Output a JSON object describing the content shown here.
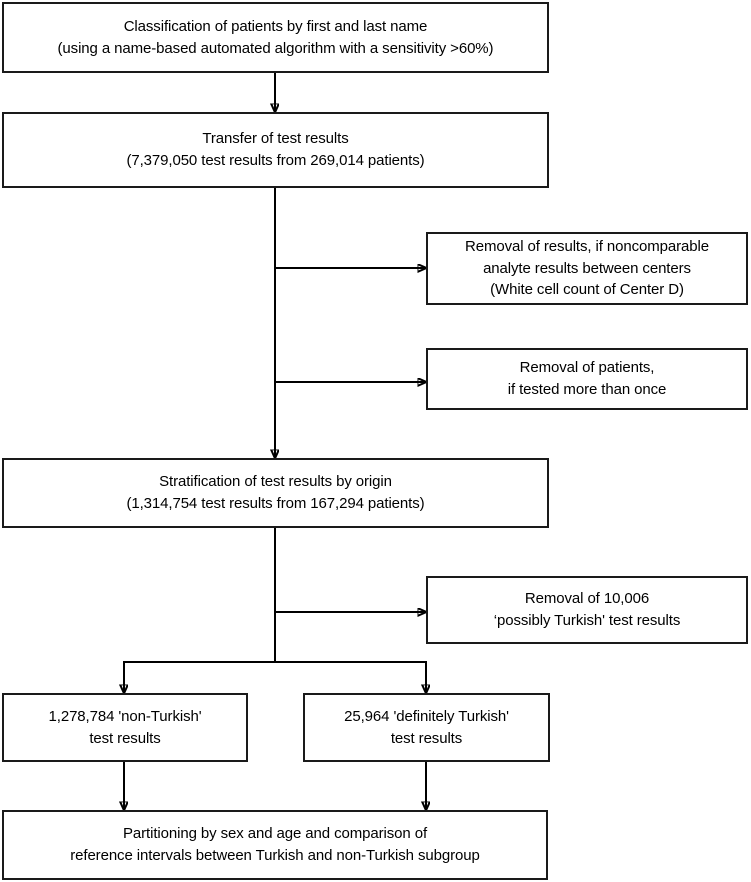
{
  "diagram": {
    "title": "Patient and test result selection flowchart",
    "line_color": "#000000",
    "box_border_color": "#1a1a1a",
    "background_color": "#ffffff",
    "nodes": [
      {
        "id": "classification",
        "text": "Classification of patients by first and last name\n(using a name-based automated algorithm with a sensitivity >60%)"
      },
      {
        "id": "transfer",
        "text": "Transfer of test results\n(7,379,050 test results from 269,014 patients)"
      },
      {
        "id": "removal-noncomparable",
        "text": "Removal of results, if noncomparable\nanalyte results between centers\n(White cell count of Center D)"
      },
      {
        "id": "removal-retested",
        "text": "Removal of patients,\nif tested more than once"
      },
      {
        "id": "stratification",
        "text": "Stratification of test results by origin\n(1,314,754 test results from 167,294 patients)"
      },
      {
        "id": "removal-possibly-turkish",
        "text": "Removal of 10,006\n‘possibly Turkish' test results"
      },
      {
        "id": "non-turkish",
        "text": "1,278,784  'non-Turkish'\ntest results"
      },
      {
        "id": "definitely-turkish",
        "text": "25,964 'definitely Turkish'\ntest results"
      },
      {
        "id": "partitioning",
        "text": "Partitioning by sex and age and comparison of\nreference intervals between Turkish and non-Turkish subgroup"
      }
    ]
  }
}
